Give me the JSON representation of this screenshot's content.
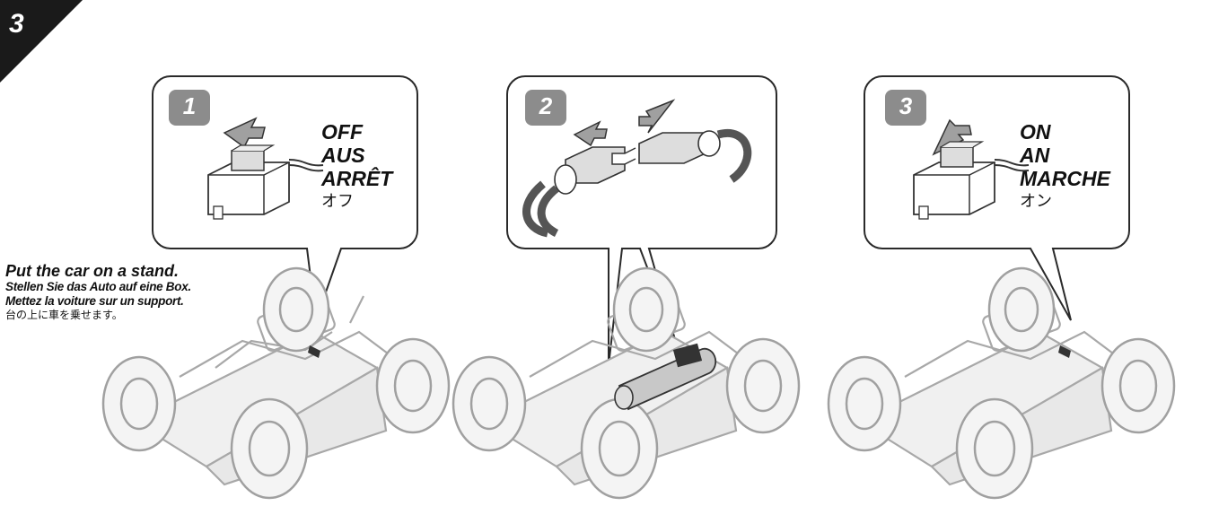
{
  "step": {
    "number": "3"
  },
  "instructions": {
    "en": "Put the car on a stand.",
    "de": "Stellen Sie das Auto auf eine Box.",
    "fr": "Mettez la voiture sur un support.",
    "ja": "台の上に車を乗せます。"
  },
  "panels": [
    {
      "number": "1",
      "labels": [
        "OFF",
        "AUS",
        "ARRÊT"
      ],
      "label_ja": "オフ",
      "icon": "switch-off-icon"
    },
    {
      "number": "2",
      "labels": [],
      "label_ja": "",
      "icon": "battery-connector-icon"
    },
    {
      "number": "3",
      "labels": [
        "ON",
        "AN",
        "MARCHE"
      ],
      "label_ja": "オン",
      "icon": "switch-on-icon"
    }
  ],
  "colors": {
    "badge": "#1a1a1a",
    "sub_badge": "#8c8c8c",
    "line": "#2a2a2a",
    "car": "#a8a8a8",
    "car_dark": "#8a8a8a"
  }
}
